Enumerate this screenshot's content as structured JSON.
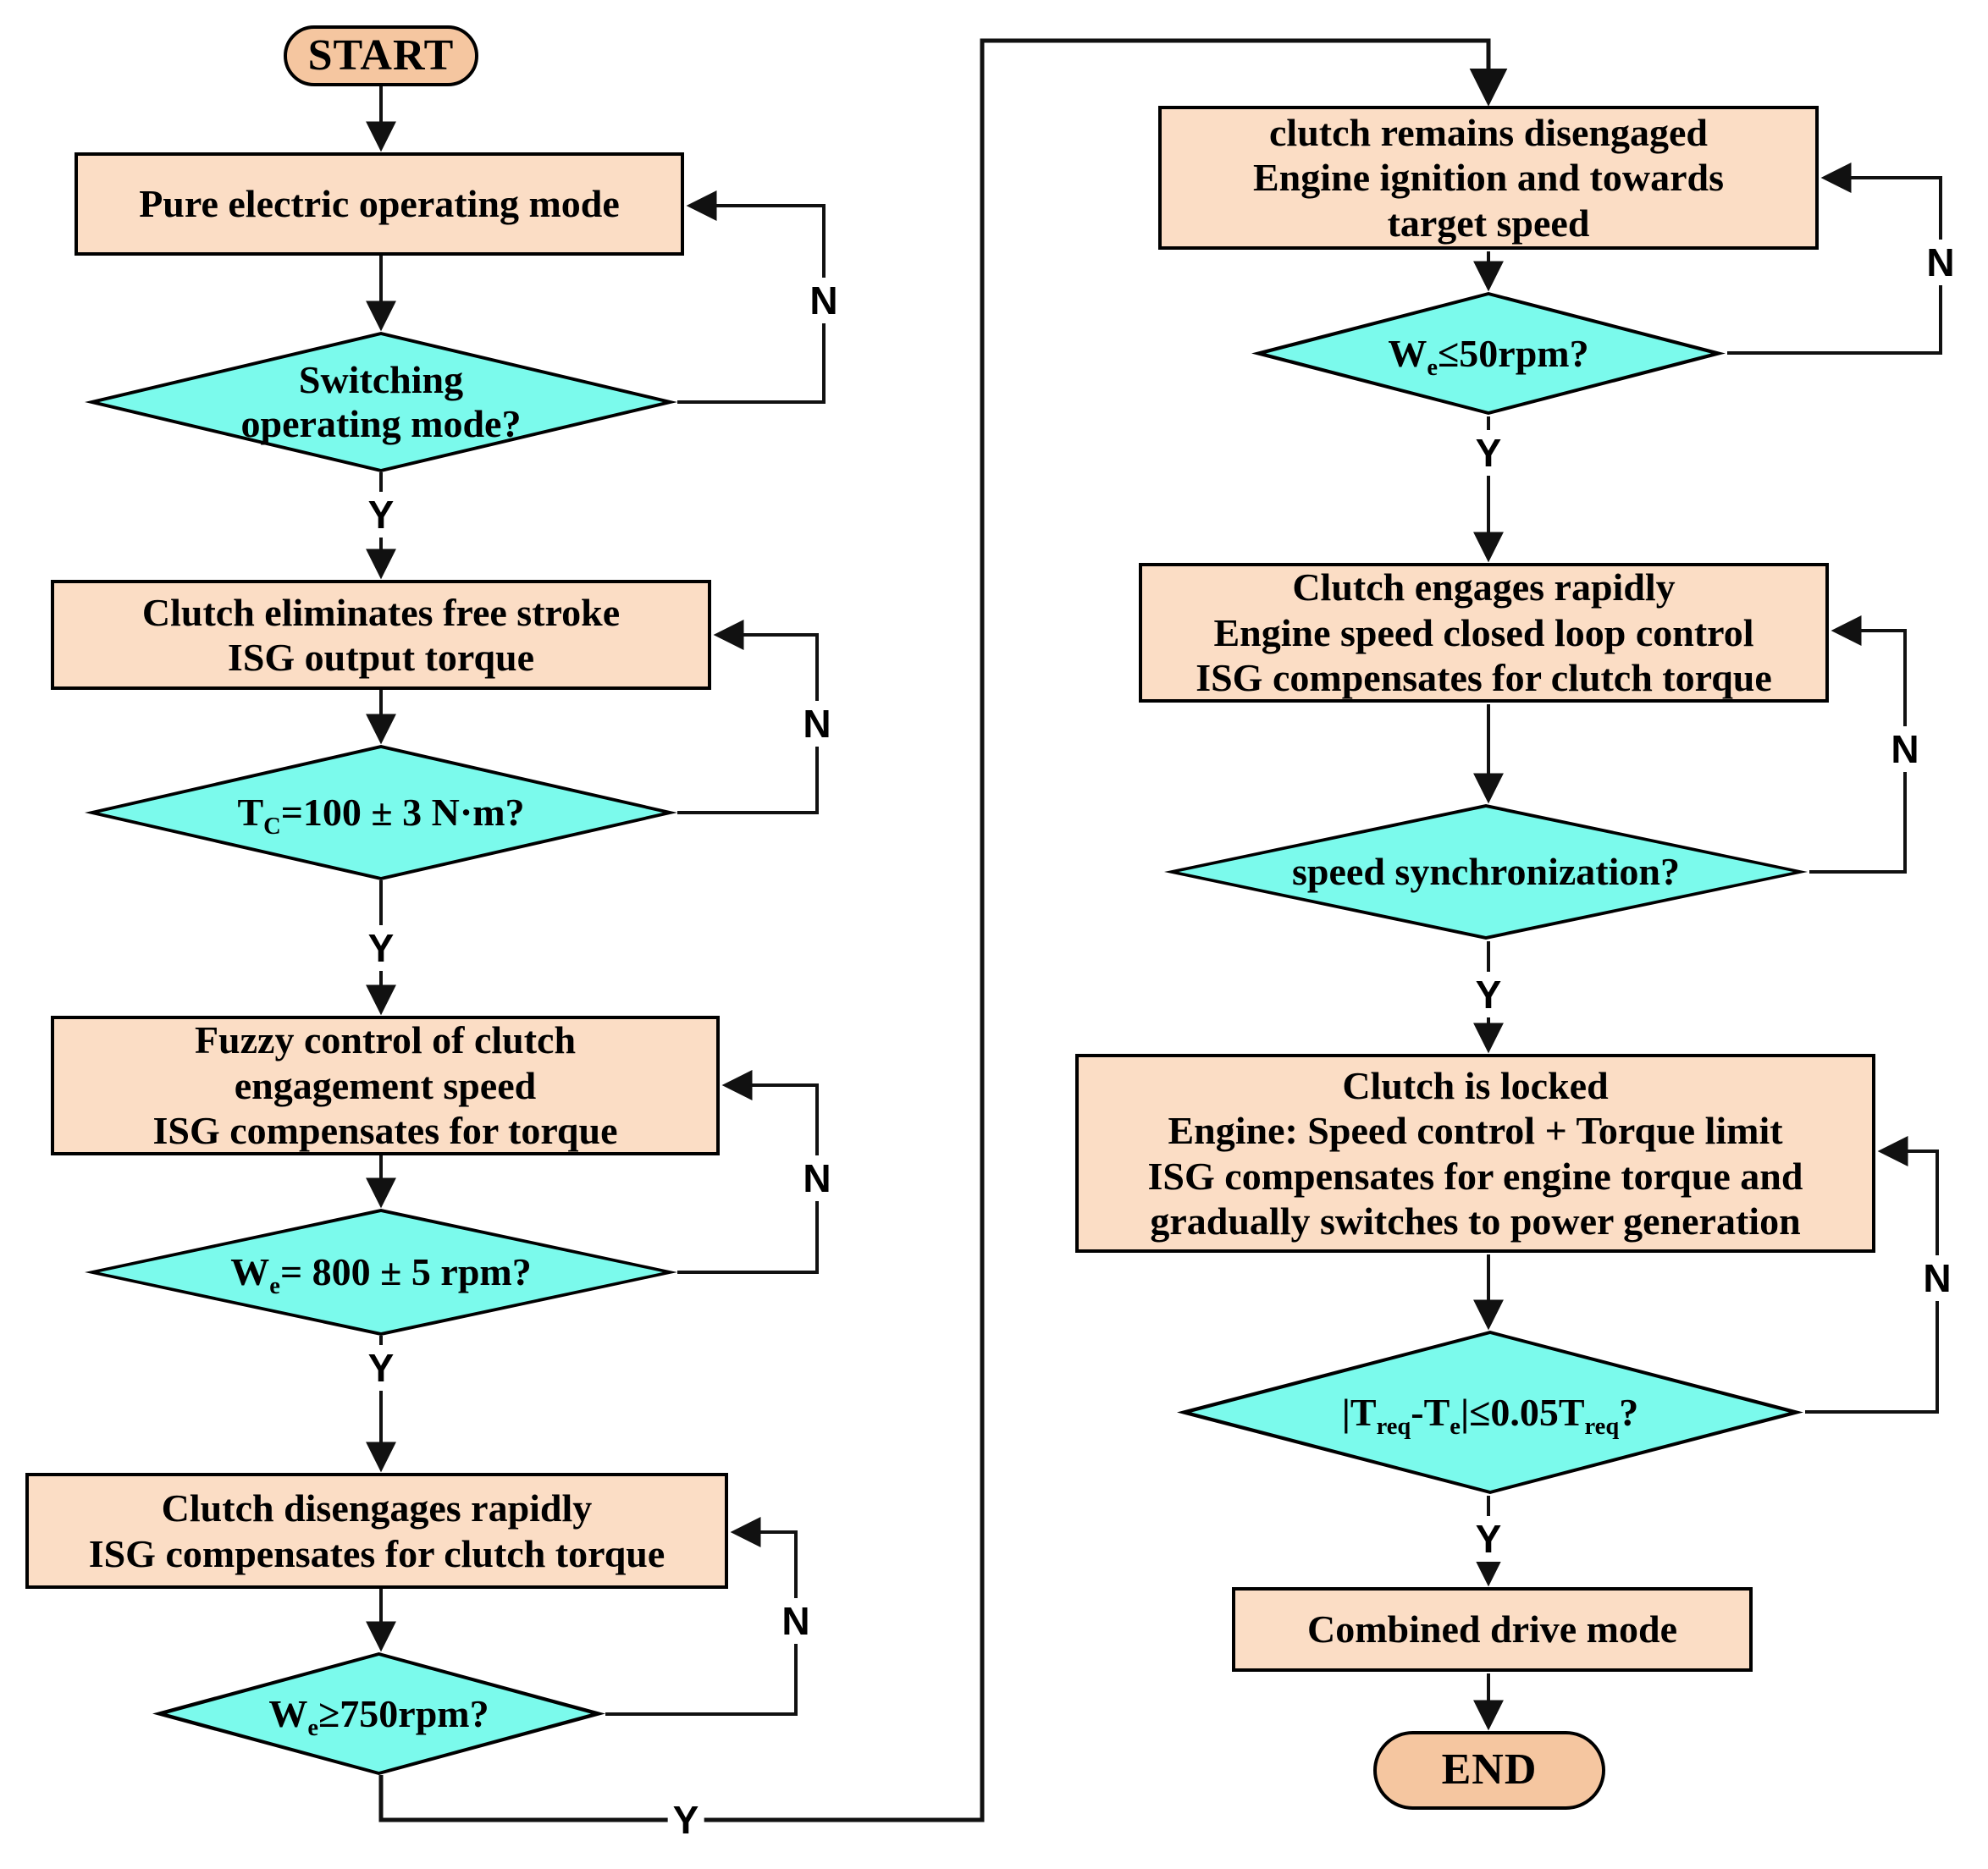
{
  "figure": {
    "kind": "flowchart",
    "description": "Mode-switching control flowchart from pure electric mode to combined drive mode"
  },
  "colors": {
    "process_fill": "#FBDDC5",
    "terminal_fill": "#F5C6A0",
    "decision_fill": "#7BFAEC",
    "border": "#000000",
    "line": "#111111",
    "background": "#FFFFFF"
  },
  "labels": {
    "yes": "Y",
    "no": "N"
  },
  "nodes": {
    "start": {
      "type": "terminal",
      "text": "START"
    },
    "pure_electric": {
      "type": "process",
      "text": "Pure electric operating mode"
    },
    "switching_mode": {
      "type": "decision",
      "text": "Switching\noperating mode?"
    },
    "clutch_free_stroke": {
      "type": "process",
      "text": "Clutch eliminates free stroke\nISG output torque"
    },
    "tc_check": {
      "type": "decision",
      "text": "T~C~=100 ± 3 N·m?"
    },
    "fuzzy_control": {
      "type": "process",
      "text": "Fuzzy control of clutch\nengagement speed\nISG compensates for torque"
    },
    "we_800_check": {
      "type": "decision",
      "text": "W~e~= 800 ± 5 rpm?"
    },
    "clutch_disengages": {
      "type": "process",
      "text": "Clutch disengages rapidly\nISG compensates for clutch torque"
    },
    "we_750_check": {
      "type": "decision",
      "text": "W~e~≥750rpm?"
    },
    "clutch_remains": {
      "type": "process",
      "text": "clutch remains disengaged\nEngine ignition and towards\ntarget speed"
    },
    "we_50_check": {
      "type": "decision",
      "text": "W~e~≤50rpm?"
    },
    "clutch_engages": {
      "type": "process",
      "text": "Clutch engages rapidly\nEngine speed closed loop control\nISG compensates for clutch torque"
    },
    "speed_sync_check": {
      "type": "decision",
      "text": "speed synchronization?"
    },
    "clutch_locked": {
      "type": "process",
      "text": "Clutch is locked\nEngine: Speed control + Torque limit\nISG compensates for engine torque and\ngradually switches to power generation"
    },
    "torque_check": {
      "type": "decision",
      "text": "|T~req~-T~e~|≤0.05T~req~?"
    },
    "combined_drive": {
      "type": "process",
      "text": "Combined drive mode"
    },
    "end": {
      "type": "terminal",
      "text": "END"
    }
  },
  "edges": [
    {
      "from": "start",
      "to": "pure_electric",
      "label": ""
    },
    {
      "from": "pure_electric",
      "to": "switching_mode",
      "label": ""
    },
    {
      "from": "switching_mode",
      "to": "clutch_free_stroke",
      "label": "Y"
    },
    {
      "from": "switching_mode",
      "to": "pure_electric",
      "label": "N"
    },
    {
      "from": "clutch_free_stroke",
      "to": "tc_check",
      "label": ""
    },
    {
      "from": "tc_check",
      "to": "fuzzy_control",
      "label": "Y"
    },
    {
      "from": "tc_check",
      "to": "clutch_free_stroke",
      "label": "N"
    },
    {
      "from": "fuzzy_control",
      "to": "we_800_check",
      "label": ""
    },
    {
      "from": "we_800_check",
      "to": "clutch_disengages",
      "label": "Y"
    },
    {
      "from": "we_800_check",
      "to": "fuzzy_control",
      "label": "N"
    },
    {
      "from": "clutch_disengages",
      "to": "we_750_check",
      "label": ""
    },
    {
      "from": "we_750_check",
      "to": "clutch_remains",
      "label": "Y"
    },
    {
      "from": "we_750_check",
      "to": "clutch_disengages",
      "label": "N"
    },
    {
      "from": "clutch_remains",
      "to": "we_50_check",
      "label": ""
    },
    {
      "from": "we_50_check",
      "to": "clutch_engages",
      "label": "Y"
    },
    {
      "from": "we_50_check",
      "to": "clutch_remains",
      "label": "N"
    },
    {
      "from": "clutch_engages",
      "to": "speed_sync_check",
      "label": ""
    },
    {
      "from": "speed_sync_check",
      "to": "clutch_locked",
      "label": "Y"
    },
    {
      "from": "speed_sync_check",
      "to": "clutch_engages",
      "label": "N"
    },
    {
      "from": "clutch_locked",
      "to": "torque_check",
      "label": ""
    },
    {
      "from": "torque_check",
      "to": "combined_drive",
      "label": "Y"
    },
    {
      "from": "torque_check",
      "to": "clutch_locked",
      "label": "N"
    },
    {
      "from": "combined_drive",
      "to": "end",
      "label": ""
    }
  ]
}
